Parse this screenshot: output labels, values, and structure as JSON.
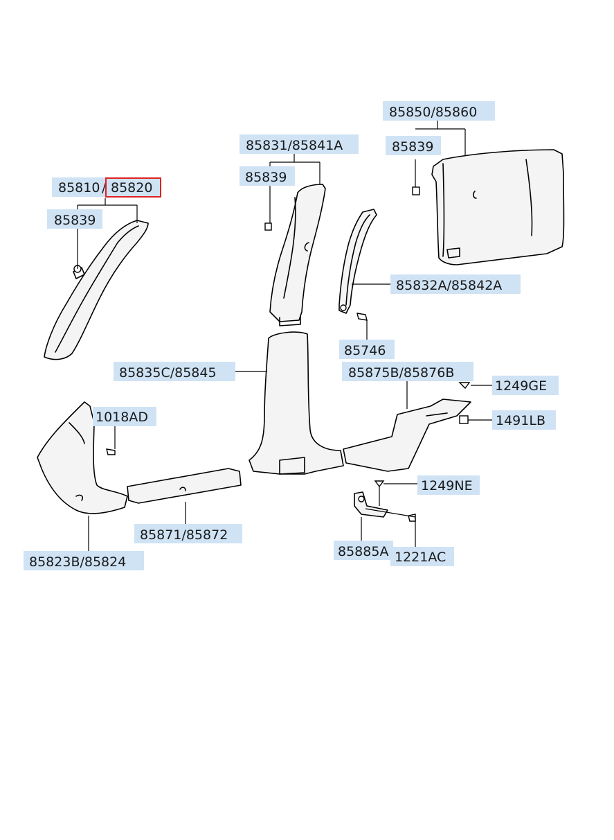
{
  "labels": {
    "a_pillar_lh": "85810",
    "a_pillar_sep": "/",
    "a_pillar_rh": "85820",
    "clip_a": "85839",
    "b_upper": "85831/85841A",
    "clip_b": "85839",
    "rear_trim": "85850/85860",
    "clip_c": "85839",
    "b_inner": "85832A/85842A",
    "screw_b": "85746",
    "b_lower": "85835C/85845",
    "rear_lower": "85875B/85876B",
    "fastener_ge": "1249GE",
    "fastener_lb": "1491LB",
    "bolt_ad": "1018AD",
    "fastener_ne": "1249NE",
    "kick_panel": "85823B/85824",
    "sill_scuff": "85871/85872",
    "bracket": "85885A",
    "bolt_ac": "1221AC"
  },
  "highlight": {
    "part": "85820",
    "color": "#e02020"
  },
  "label_bg_color": "#cfe3f5"
}
